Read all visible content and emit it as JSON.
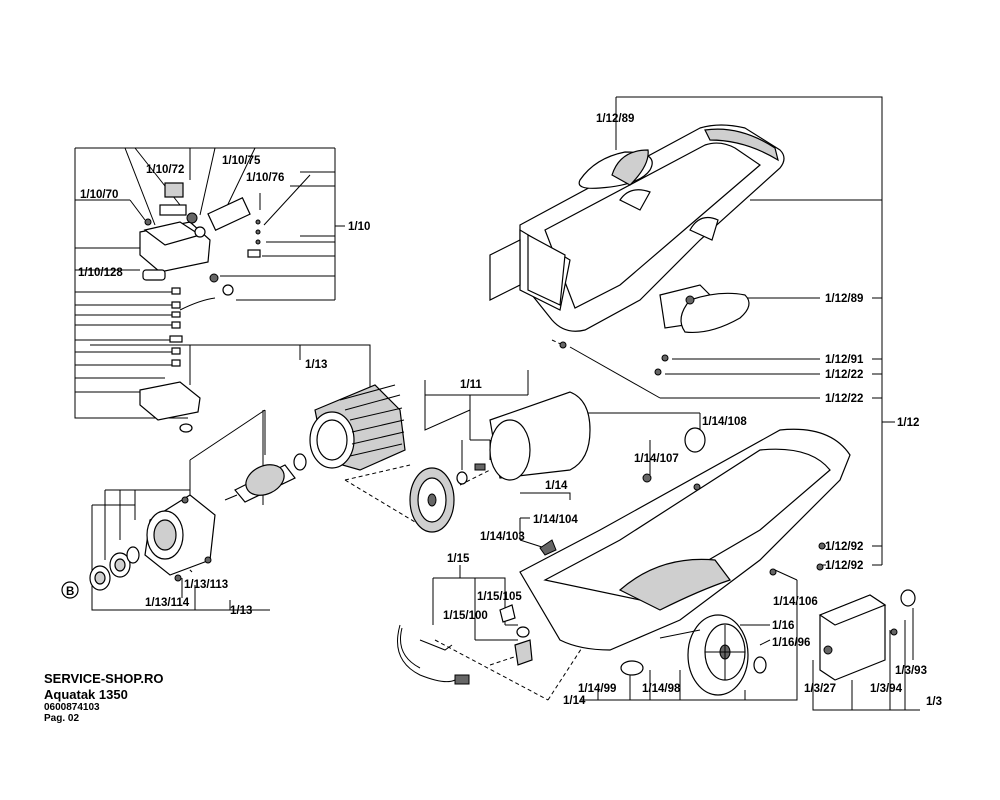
{
  "labels": {
    "l_1_12_89_top": "1/12/89",
    "l_1_12_89_right": "1/12/89",
    "l_1_12_91": "1/12/91",
    "l_1_12_22_a": "1/12/22",
    "l_1_12_22_b": "1/12/22",
    "l_1_12": "1/12",
    "l_1_12_92_a": "1/12/92",
    "l_1_12_92_b": "1/12/92",
    "l_1_10_72": "1/10/72",
    "l_1_10_75": "1/10/75",
    "l_1_10_76": "1/10/76",
    "l_1_10_70": "1/10/70",
    "l_1_10": "1/10",
    "l_1_10_128": "1/10/128",
    "l_1_13_top": "1/13",
    "l_1_11": "1/11",
    "l_1_14_108": "1/14/108",
    "l_1_14_107": "1/14/107",
    "l_1_14_top": "1/14",
    "l_1_14_104": "1/14/104",
    "l_1_14_103": "1/14/103",
    "l_1_13_113": "1/13/113",
    "l_1_13_114": "1/13/114",
    "l_1_13_bottom": "1/13",
    "l_B": "B",
    "l_1_15": "1/15",
    "l_1_15_105": "1/15/105",
    "l_1_15_100": "1/15/100",
    "l_1_14_106": "1/14/106",
    "l_1_16": "1/16",
    "l_1_16_96": "1/16/96",
    "l_1_14_99": "1/14/99",
    "l_1_14_98": "1/14/98",
    "l_1_14_bottom": "1/14",
    "l_1_3_93": "1/3/93",
    "l_1_3_27": "1/3/27",
    "l_1_3_94": "1/3/94",
    "l_1_3": "1/3"
  },
  "footer": {
    "shop": "SERVICE-SHOP.RO",
    "model": "Aquatak 1350",
    "part_number": "0600874103",
    "page": "Pag. 02"
  }
}
